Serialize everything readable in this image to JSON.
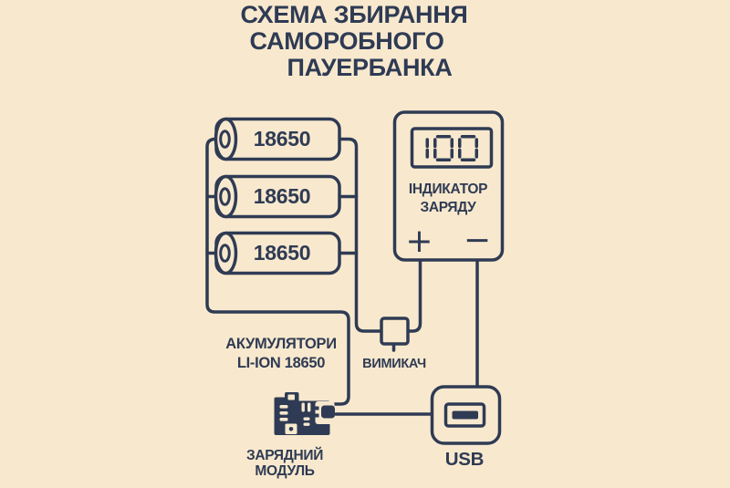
{
  "colors": {
    "background": "#f8e9ce",
    "ink": "#2f3b54"
  },
  "title": {
    "line1": "СХЕМА ЗБИРАННЯ",
    "line2": "САМОРОБНОГО",
    "line3": "ПАУЕРБАНКА"
  },
  "batteries": {
    "cells": [
      {
        "label": "18650"
      },
      {
        "label": "18650"
      },
      {
        "label": "18650"
      }
    ],
    "caption_line1": "АКУМУЛЯТОРИ",
    "caption_line2": "LI-ION 18650"
  },
  "indicator": {
    "display_value": "100",
    "label_line1": "ІНДИКАТОР",
    "label_line2": "ЗАРЯДУ",
    "plus_symbol": "+",
    "minus_symbol": "−"
  },
  "switch": {
    "label": "ВИМИКАЧ"
  },
  "charger_module": {
    "label_line1": "ЗАРЯДНИЙ",
    "label_line2": "МОДУЛЬ"
  },
  "usb": {
    "label": "USB"
  },
  "icons": {
    "battery": "cylinder-with-terminal-shape",
    "charge_indicator": "rounded-box-with-seven-segment-display",
    "switch": "small-square-with-stub",
    "charging_module": "pcb-silhouette",
    "usb_port": "usb-receptacle-shape"
  }
}
